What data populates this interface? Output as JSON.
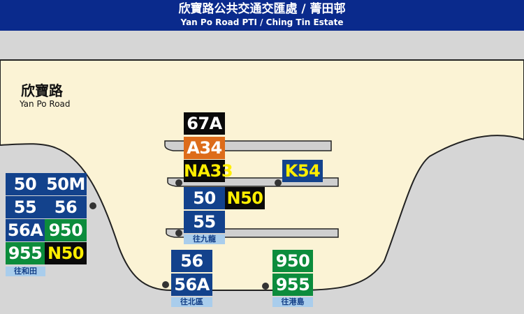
{
  "header": {
    "title_zh": "欣寶路公共交通交匯處 / 菁田邨",
    "title_en": "Yan Po Road PTI / Ching Tin Estate"
  },
  "road": {
    "zh": "欣寶路",
    "en": "Yan Po Road"
  },
  "colors": {
    "header_bg": "#0a2a8c",
    "road": "#d6d6d6",
    "interchange_area": "#fbf3d5",
    "blue_route": "#13428c",
    "green_route": "#0c8c3c",
    "black_route": "#0a0a0a",
    "orange_route": "#dd6c1a",
    "night_route_text": "#ffee00",
    "destination_label": "#a9cdec"
  },
  "stops": {
    "wo_tin": {
      "routes": [
        "50",
        "50M",
        "55",
        "56",
        "56A",
        "950",
        "955",
        "N50"
      ],
      "destination": "往和田"
    },
    "island_top": {
      "routes": [
        "67A",
        "A34",
        "NA33"
      ]
    },
    "island_middle_right": {
      "routes": [
        "K54"
      ]
    },
    "kowloon": {
      "routes": [
        "50",
        "N50",
        "55"
      ],
      "destination": "往九龍"
    },
    "north": {
      "routes": [
        "56",
        "56A"
      ],
      "destination": "往北區"
    },
    "hk_island": {
      "routes": [
        "950",
        "955"
      ],
      "destination": "往港島"
    }
  }
}
